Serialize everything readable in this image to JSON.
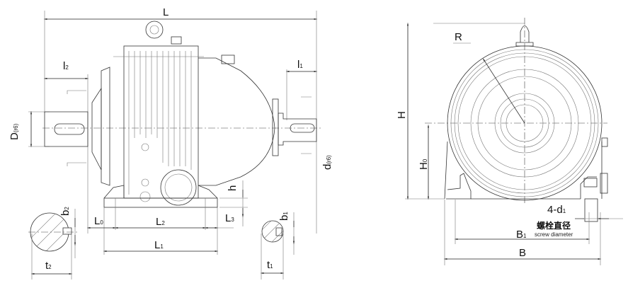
{
  "front_view": {
    "L": "L",
    "l2": {
      "base": "l",
      "sub": "2"
    },
    "l1": {
      "base": "l",
      "sub": "1"
    },
    "D": {
      "base": "D",
      "sub": "(r6)"
    },
    "d": {
      "base": "d",
      "sub": "(r6)"
    },
    "h": "h",
    "L0": {
      "base": "L",
      "sub": "0"
    },
    "L2": {
      "base": "L",
      "sub": "2"
    },
    "L3": {
      "base": "L",
      "sub": "3"
    },
    "L1": {
      "base": "L",
      "sub": "1"
    },
    "b2": {
      "base": "b",
      "sub": "2"
    },
    "t2": {
      "base": "t",
      "sub": "2"
    },
    "b1": {
      "base": "b",
      "sub": "1"
    },
    "t1": {
      "base": "t",
      "sub": "1"
    }
  },
  "side_view": {
    "R": "R",
    "H": "H",
    "H0": {
      "base": "H",
      "sub": "0"
    },
    "bolt": {
      "base": "4-d",
      "sub": "1"
    },
    "bolt_cn": "螺栓直径",
    "bolt_en": "screw diameter",
    "B1": {
      "base": "B",
      "sub": "1"
    },
    "B": "B"
  }
}
